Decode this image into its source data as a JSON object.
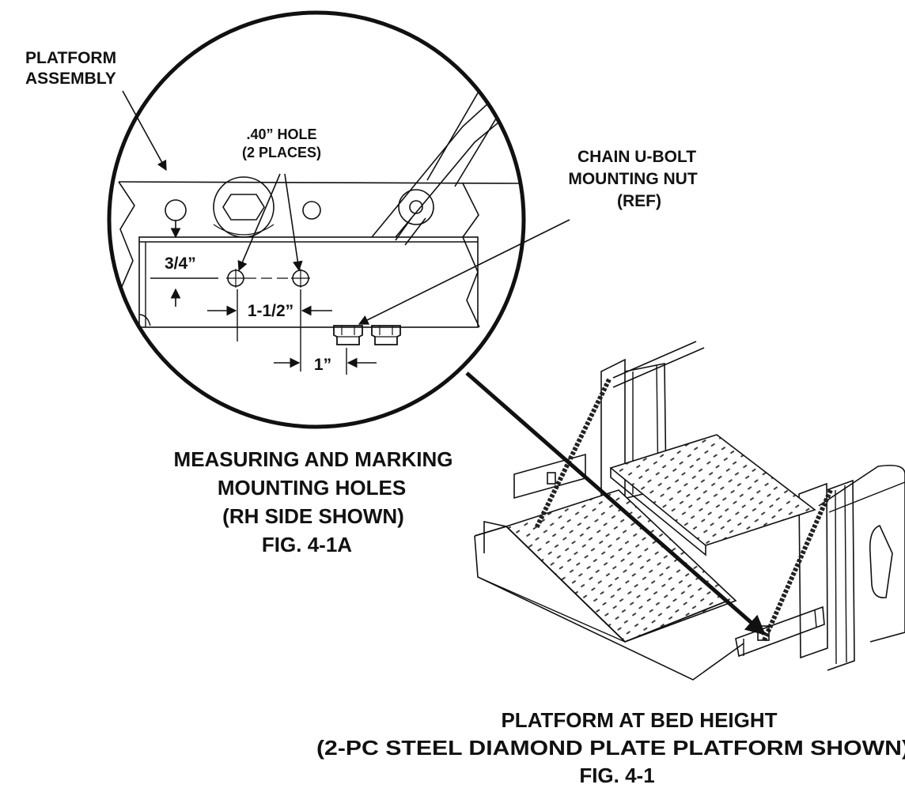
{
  "labels": {
    "platform_assembly": [
      "PLATFORM",
      "ASSEMBLY"
    ],
    "hole_note": [
      ".40” HOLE",
      "(2 PLACES)"
    ],
    "chain_note": [
      "CHAIN U-BOLT",
      "MOUNTING NUT",
      "(REF)"
    ]
  },
  "dimensions": {
    "vertical_offset": "3/4”",
    "hole_spacing": "1-1/2”",
    "nut_offset": "1”"
  },
  "captions": {
    "detail": [
      "MEASURING AND  MARKING",
      "MOUNTING HOLES",
      "(RH SIDE SHOWN)",
      "FIG. 4-1A"
    ],
    "main": [
      "PLATFORM AT BED HEIGHT",
      "(2-PC STEEL DIAMOND PLATE PLATFORM SHOWN)",
      "FIG. 4-1"
    ]
  }
}
